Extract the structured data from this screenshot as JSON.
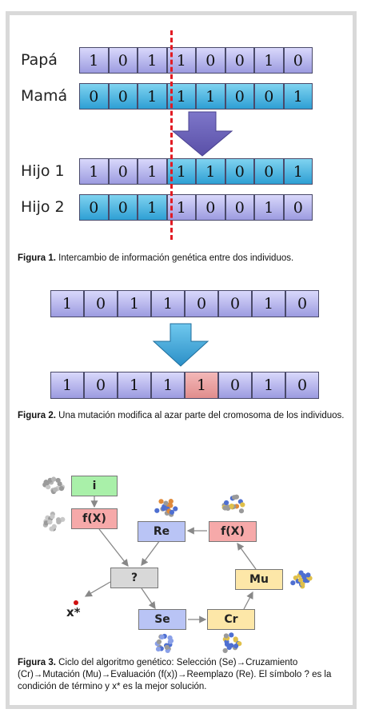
{
  "figure1": {
    "rows": [
      {
        "label": "Papá",
        "bits": [
          "1",
          "0",
          "1",
          "1",
          "0",
          "0",
          "1",
          "0"
        ],
        "colors": [
          "p",
          "p",
          "p",
          "p",
          "p",
          "p",
          "p",
          "p"
        ]
      },
      {
        "label": "Mamá",
        "bits": [
          "0",
          "0",
          "1",
          "1",
          "1",
          "0",
          "0",
          "1"
        ],
        "colors": [
          "m",
          "m",
          "m",
          "m",
          "m",
          "m",
          "m",
          "m"
        ]
      },
      {
        "label": "Hijo 1",
        "bits": [
          "1",
          "0",
          "1",
          "1",
          "1",
          "0",
          "0",
          "1"
        ],
        "colors": [
          "p",
          "p",
          "p",
          "m",
          "m",
          "m",
          "m",
          "m"
        ]
      },
      {
        "label": "Hijo 2",
        "bits": [
          "0",
          "0",
          "1",
          "1",
          "0",
          "0",
          "1",
          "0"
        ],
        "colors": [
          "m",
          "m",
          "m",
          "p",
          "p",
          "p",
          "p",
          "p"
        ]
      }
    ],
    "caption_bold": "Figura 1.",
    "caption_text": " Intercambio de información genética entre dos individuos."
  },
  "figure2": {
    "before": [
      "1",
      "0",
      "1",
      "1",
      "0",
      "0",
      "1",
      "0"
    ],
    "after": [
      "1",
      "0",
      "1",
      "1",
      "1",
      "0",
      "1",
      "0"
    ],
    "mutated_index": 4,
    "caption_bold": "Figura 2.",
    "caption_text": " Una mutación modifica al azar parte del cromosoma de los individuos."
  },
  "figure3": {
    "nodes": {
      "init": "i",
      "fx1": "f(X)",
      "re": "Re",
      "fx2": "f(X)",
      "cond": "?",
      "mu": "Mu",
      "se": "Se",
      "cr": "Cr",
      "result": "x*"
    },
    "caption_bold": "Figura 3.",
    "caption_text": " Ciclo del algoritmo genético: Selección (Se)→Cruzamiento (Cr)→Mutación (Mu)→Evaluación (f(x))→Reemplazo (Re). El símbolo ? es la condición de término y x* es la mejor solución."
  },
  "colors": {
    "parent_purple": "#b7b5f1",
    "mother_blue": "#4bb6e2",
    "cut_red": "#e21b23",
    "mutation_red": "#e9a0a0",
    "node_green": "#a9f0a9",
    "node_red": "#f6a9a9",
    "node_blue": "#b9c4f5",
    "node_gray": "#d8d8d8",
    "node_yellow": "#fde7a8"
  }
}
